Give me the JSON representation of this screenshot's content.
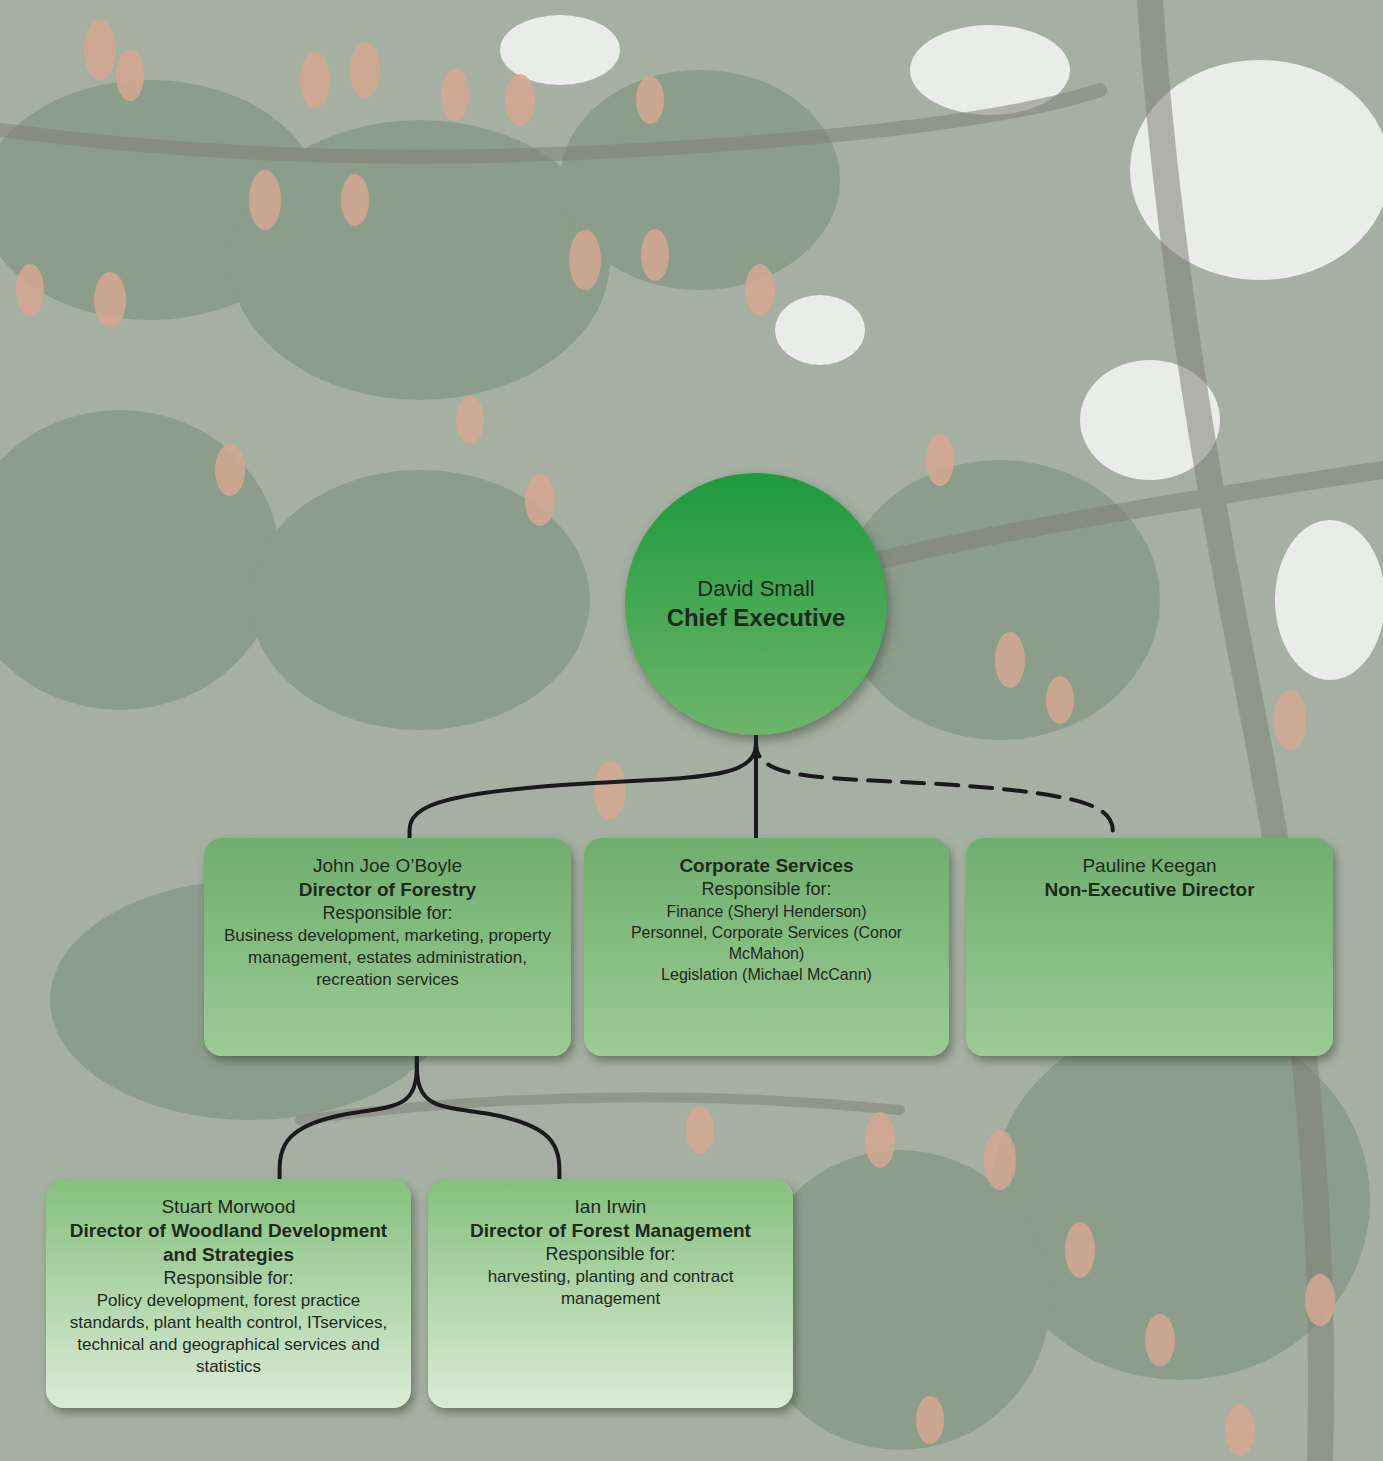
{
  "diagram": {
    "nodes": [
      {
        "text": [
          "David Small",
          "Chief Executive"
        ]
      },
      {
        "text": [
          "John Joe O’Boyle",
          "Director of Forestry",
          "Responsible for:",
          "Business development, marketing, property management, estates administration, recreation services"
        ]
      },
      {
        "text": [
          "Corporate Services",
          "Responsible for:",
          "Finance (Sheryl Henderson)",
          "Personnel, Corporate Services (Conor McMahon)",
          "Legislation (Michael McCann)"
        ]
      },
      {
        "text": [
          "Pauline Keegan",
          "Non-Executive Director"
        ]
      },
      {
        "text": [
          "Stuart Morwood",
          "Director of Woodland Development and Strategies",
          "Responsible for:",
          "Policy development, forest practice standards, plant health control, ITservices, technical and geographical services and statistics"
        ]
      },
      {
        "text": [
          "Ian Irwin",
          "Director of Forest Management",
          "Responsible for:",
          "harvesting, planting and contract management"
        ]
      }
    ],
    "edges": [
      {
        "from": 0,
        "to": 1,
        "arrow": "none"
      },
      {
        "from": 0,
        "to": 2,
        "arrow": "none"
      },
      {
        "from": 0,
        "to": 3,
        "arrow": "none"
      },
      {
        "from": 1,
        "to": 4,
        "arrow": "none"
      },
      {
        "from": 1,
        "to": 5,
        "arrow": "none"
      }
    ]
  }
}
